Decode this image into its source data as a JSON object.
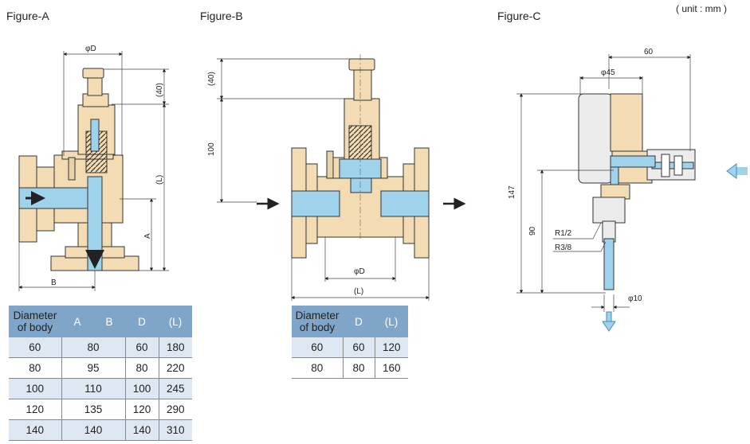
{
  "figures": {
    "a": {
      "title": "Figure-A"
    },
    "b": {
      "title": "Figure-B"
    },
    "c": {
      "title": "Figure-C"
    }
  },
  "unit_note": "( unit : mm )",
  "dims": {
    "a": {
      "phiD": "φD",
      "h40": "(40)",
      "L": "(L)",
      "A": "A",
      "B": "B"
    },
    "b": {
      "h40": "(40)",
      "h100": "100",
      "phiD": "φD",
      "L": "(L)"
    },
    "c": {
      "w60": "60",
      "phi45": "φ45",
      "h147": "147",
      "h90": "90",
      "r12": "R1/2",
      "r38": "R3/8",
      "phi10": "φ10"
    }
  },
  "table_a": {
    "headers": [
      "Diameter of body",
      "A",
      "B",
      "D",
      "(L)"
    ],
    "rows": [
      {
        "dia": "60",
        "ab": "80",
        "d": "60",
        "l": "180"
      },
      {
        "dia": "80",
        "ab": "95",
        "d": "80",
        "l": "220"
      },
      {
        "dia": "100",
        "ab": "110",
        "d": "100",
        "l": "245"
      },
      {
        "dia": "120",
        "ab": "135",
        "d": "120",
        "l": "290"
      },
      {
        "dia": "140",
        "ab": "140",
        "d": "140",
        "l": "310"
      }
    ]
  },
  "table_b": {
    "headers": [
      "Diameter of body",
      "D",
      "(L)"
    ],
    "rows": [
      {
        "dia": "60",
        "d": "60",
        "l": "120"
      },
      {
        "dia": "80",
        "d": "80",
        "l": "160"
      }
    ]
  },
  "colors": {
    "body": "#f3dcb3",
    "fluid": "#9fd3ec",
    "header": "#7fa5c9",
    "alt_row": "#dde8f2"
  }
}
